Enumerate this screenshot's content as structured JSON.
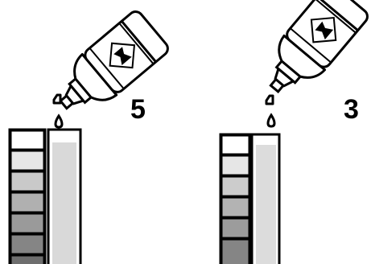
{
  "panels": [
    {
      "id": "left",
      "drop_count": "5",
      "drops_falling": 2,
      "chart_swatches": [
        "#ffffff",
        "#e6e6e6",
        "#c9c9c9",
        "#b0b0b0",
        "#9a9a9a",
        "#858585",
        "#6e6e6e"
      ],
      "vial_fill_color": "#d9d9d9"
    },
    {
      "id": "right",
      "drop_count": "3",
      "drops_falling": 2,
      "chart_swatches": [
        "#ffffff",
        "#e6e6e6",
        "#cccccc",
        "#b3b3b3",
        "#9c9c9c",
        "#858585"
      ],
      "vial_fill_color": "#dcdcdc"
    }
  ],
  "icons": {
    "bottle": "reagent-dropper-bottle-icon",
    "label": "hazard-symbol-icon"
  },
  "colors": {
    "outline": "#000000",
    "background": "#ffffff"
  }
}
